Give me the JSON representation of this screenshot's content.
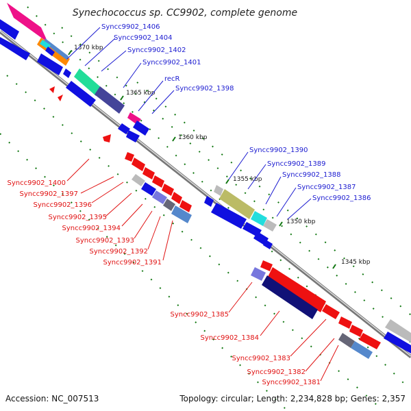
{
  "title": "Synechococcus sp. CC9902, complete genome",
  "footer": {
    "accession": "Accession: NC_007513",
    "summary": "Topology: circular; Length: 2,234,828 bp; Genes: 2,357"
  },
  "scale_labels": [
    "1370 kbp",
    "1365 kbp",
    "1360 kbp",
    "1355 kbp",
    "1350 kbp",
    "1345 kbp"
  ],
  "upper_labels": [
    "Syncc9902_1406",
    "Syncc9902_1404",
    "Syncc9902_1402",
    "Syncc9902_1401",
    "recR",
    "Syncc9902_1398",
    "Syncc9902_1390",
    "Syncc9902_1389",
    "Syncc9902_1388",
    "Syncc9902_1387",
    "Syncc9902_1386"
  ],
  "lower_labels": [
    "Syncc9902_1400",
    "Syncc9902_1397",
    "Syncc9902_1396",
    "Syncc9902_1395",
    "Syncc9902_1394",
    "Syncc9902_1393",
    "Syncc9902_1392",
    "Syncc9902_1391",
    "Syncc9902_1385",
    "Syncc9902_1384",
    "Syncc9902_1383",
    "Syncc9902_1382",
    "Syncc9902_1381"
  ],
  "colors": {
    "forward_gene": "#ee1111",
    "reverse_gene": "#1010e0",
    "tick": "#117711",
    "backbone": "#777777"
  }
}
